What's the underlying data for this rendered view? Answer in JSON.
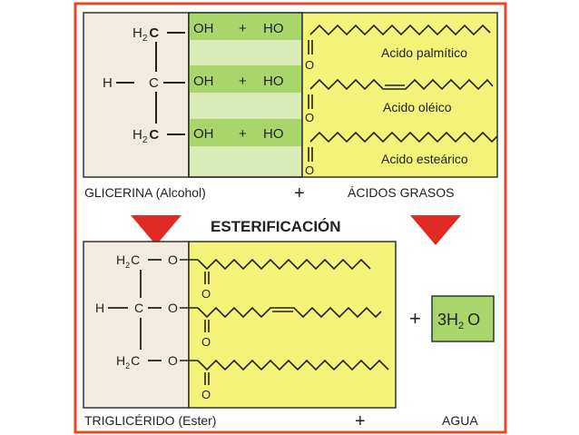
{
  "glycerol": {
    "row1": {
      "carbon": "C",
      "left": "H",
      "sub": "2",
      "dash": "—"
    },
    "row2": {
      "carbon": "C",
      "left": "H",
      "dash": "—"
    },
    "row3": {
      "carbon": "C",
      "left": "H",
      "sub": "2",
      "dash": "—"
    }
  },
  "reaction_row": {
    "oh": "OH",
    "plus": "+",
    "ho": "HO"
  },
  "acids": {
    "carbonyl_o": "O",
    "items": [
      "Acido palmítico",
      "Acido oléico",
      "Acido esteárico"
    ]
  },
  "top_labels": {
    "glicerina": "GLICERINA (Alcohol)",
    "plus": "+",
    "acidos": "ÁCIDOS GRASOS"
  },
  "middle": {
    "title": "ESTERIFICACIÓN"
  },
  "triglyceride": {
    "rows": [
      {
        "h": "H",
        "sub": "2",
        "c": "C",
        "dash": "—",
        "o": "O"
      },
      {
        "h": "H",
        "c": "C",
        "dash": "—",
        "o": "O"
      },
      {
        "h": "H",
        "sub": "2",
        "c": "C",
        "dash": "—",
        "o": "O"
      }
    ],
    "carbonyl_o": "O"
  },
  "water": {
    "plus": "+",
    "coef": "3H",
    "sub": "2",
    "o": "O"
  },
  "bottom_labels": {
    "trigliceride": "TRIGLICÉRIDO (Ester)",
    "plus": "+",
    "agua": "AGUA"
  },
  "colors": {
    "border": "#e34a2a",
    "gray_box": "#f2ece0",
    "green": "#a9d66b",
    "light_green": "#d9ecb8",
    "yellow": "#f5f27a",
    "red_arrow": "#e02b25"
  }
}
